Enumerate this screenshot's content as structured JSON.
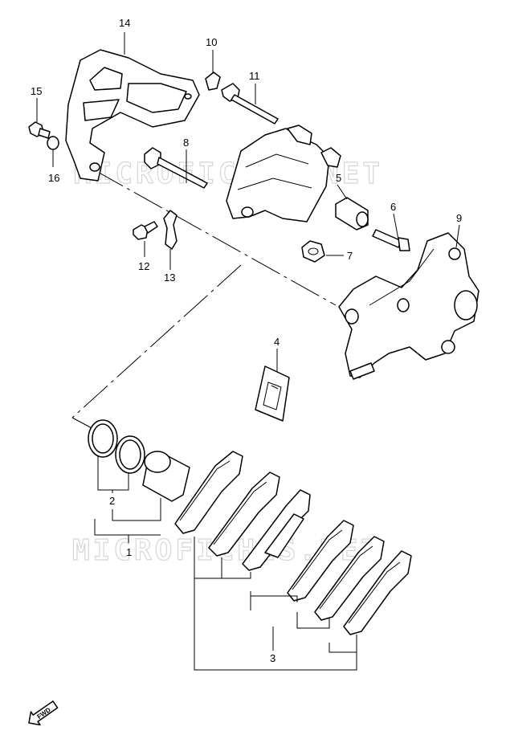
{
  "watermark": {
    "text": "MICROFICHES.NET"
  },
  "fwd_badge": {
    "label": "FWD"
  },
  "callouts": [
    {
      "id": "c1",
      "label": "1"
    },
    {
      "id": "c2",
      "label": "2"
    },
    {
      "id": "c3",
      "label": "3"
    },
    {
      "id": "c4",
      "label": "4"
    },
    {
      "id": "c5",
      "label": "5"
    },
    {
      "id": "c6",
      "label": "6"
    },
    {
      "id": "c7",
      "label": "7"
    },
    {
      "id": "c8",
      "label": "8"
    },
    {
      "id": "c9",
      "label": "9"
    },
    {
      "id": "c10",
      "label": "10"
    },
    {
      "id": "c11",
      "label": "11"
    },
    {
      "id": "c12",
      "label": "12"
    },
    {
      "id": "c13",
      "label": "13"
    },
    {
      "id": "c14",
      "label": "14"
    },
    {
      "id": "c15",
      "label": "15"
    },
    {
      "id": "c16",
      "label": "16"
    }
  ]
}
